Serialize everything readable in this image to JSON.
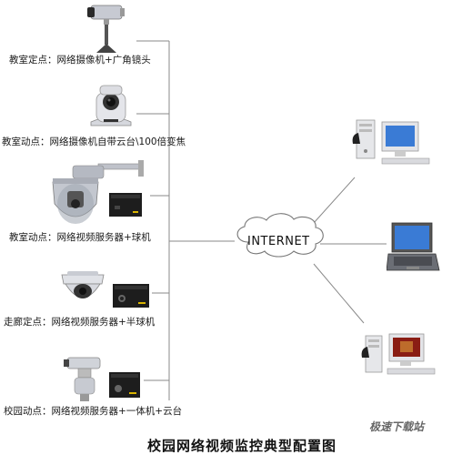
{
  "diagram": {
    "title": "校园网络视频监控典型配置图",
    "cloud_label": "INTERNET",
    "watermark": "极速下载站",
    "camera_points": [
      {
        "label": "教室定点：网络摄像机+广角镜头",
        "icon": "box-camera-icon"
      },
      {
        "label": "教室动点：网络摄像机自带云台\\100倍变焦",
        "icon": "ptz-camera-icon"
      },
      {
        "label": "教室动点：网络视频服务器+球机",
        "icon": "speed-dome-icon"
      },
      {
        "label": "走廊定点：网络视频服务器+半球机",
        "icon": "mini-dome-icon"
      },
      {
        "label": "校园动点：网络视频服务器+一体机+云台",
        "icon": "outdoor-ptz-icon"
      }
    ],
    "client_terminals": [
      {
        "icon": "desktop-computer-icon"
      },
      {
        "icon": "laptop-computer-icon"
      },
      {
        "icon": "desktop-computer-icon"
      }
    ],
    "colors": {
      "line": "#888888",
      "device_gray": "#b9bcc4",
      "server_black": "#1d1d1d",
      "screen_blue": "#3a7bd5"
    }
  }
}
